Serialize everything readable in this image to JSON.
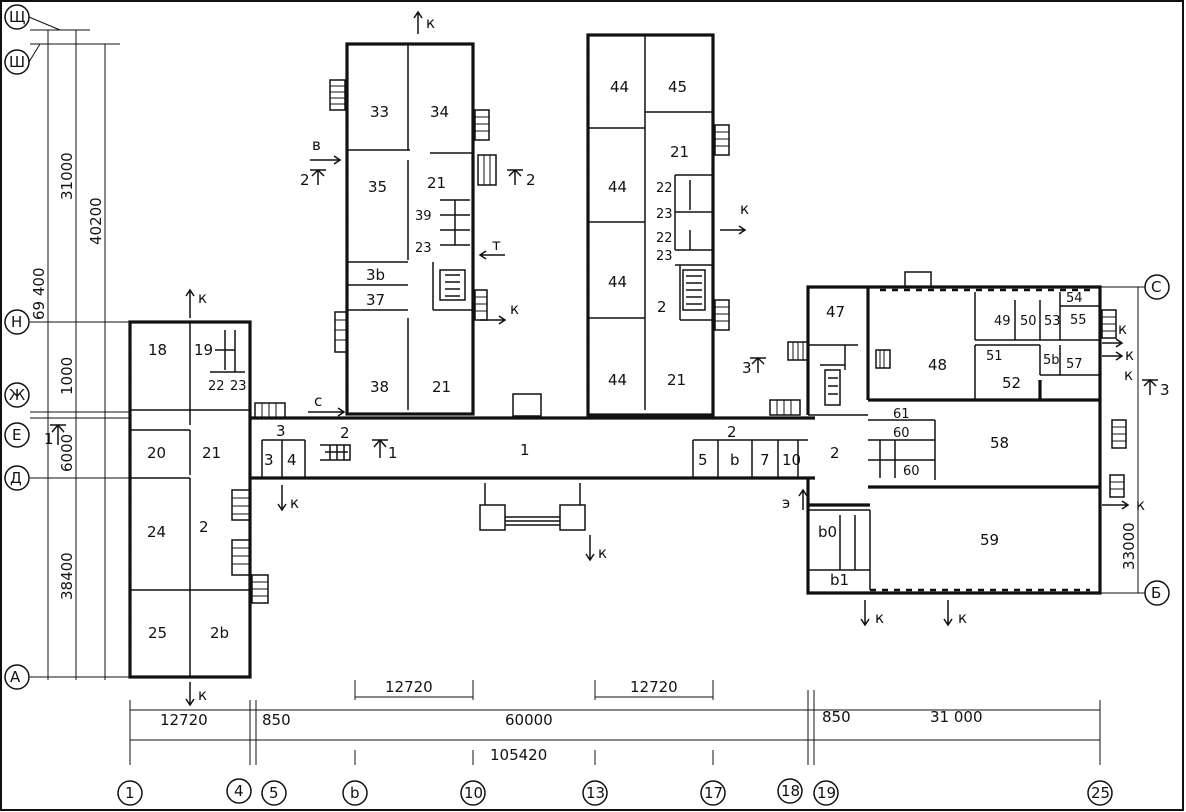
{
  "rooms": {
    "r1": "1",
    "r2a": "2",
    "r2b": "2",
    "r2c": "2",
    "r2d": "2",
    "r2e": "2",
    "r3a": "3",
    "r3b": "3",
    "r4": "4",
    "r5": "5",
    "r6": "b",
    "r7": "7",
    "r10": "10",
    "r18": "18",
    "r19": "19",
    "r20": "20",
    "r21a": "21",
    "r21b": "21",
    "r21c": "21",
    "r21d": "21",
    "r21e": "21",
    "r22a": "22",
    "r22b": "22",
    "r22c": "22",
    "r23a": "23",
    "r23b": "23",
    "r23c": "23",
    "r23d": "23",
    "r24": "24",
    "r25": "25",
    "r26": "2b",
    "r33": "33",
    "r34": "34",
    "r35": "35",
    "r36": "3b",
    "r37": "37",
    "r38": "38",
    "r39": "39",
    "r44a": "44",
    "r44b": "44",
    "r44c": "44",
    "r44d": "44",
    "r45": "45",
    "r47": "47",
    "r48": "48",
    "r49": "49",
    "r50": "50",
    "r51": "51",
    "r52": "52",
    "r53": "53",
    "r54": "54",
    "r55": "55",
    "r56": "5b",
    "r57": "57",
    "r58": "58",
    "r59": "59",
    "r60a": "60",
    "r60b": "60",
    "r60c": "b0",
    "r61a": "61",
    "r61b": "b1"
  },
  "marks": {
    "k1": "к",
    "k2": "к",
    "k3": "к",
    "k4": "к",
    "k5": "к",
    "k6": "к",
    "k7": "к",
    "k8": "к",
    "k9": "к",
    "k10": "к",
    "k11": "к",
    "k12": "к",
    "k13": "к",
    "v": "в",
    "s": "с",
    "t": "т",
    "e": "э",
    "sec1": "1",
    "sec1b": "1",
    "sec2a": "2",
    "sec2b": "2",
    "sec3a": "3",
    "sec3b": "3"
  },
  "dimensions": {
    "d69400": "69 400",
    "d31000v": "31000",
    "d40200": "40200",
    "d1000": "1000",
    "d6000": "6000",
    "d38400": "38400",
    "d33000": "33000",
    "d12720a": "12720",
    "d850a": "850",
    "d12720b": "12720",
    "d12720c": "12720",
    "d60000": "60000",
    "d850b": "850",
    "d31000h": "31 000",
    "d105420": "105420"
  },
  "axes": {
    "row_sch": "Щ",
    "row_sh": "Ш",
    "row_n": "Н",
    "row_zh": "Ж",
    "row_e": "Е",
    "row_d": "Д",
    "row_a": "А",
    "row_s": "С",
    "row_b": "Б",
    "c1": "1",
    "c4": "4",
    "c5": "5",
    "c6": "b",
    "c10": "10",
    "c13": "13",
    "c17": "17",
    "c18": "18",
    "c19": "19",
    "c25": "25"
  }
}
